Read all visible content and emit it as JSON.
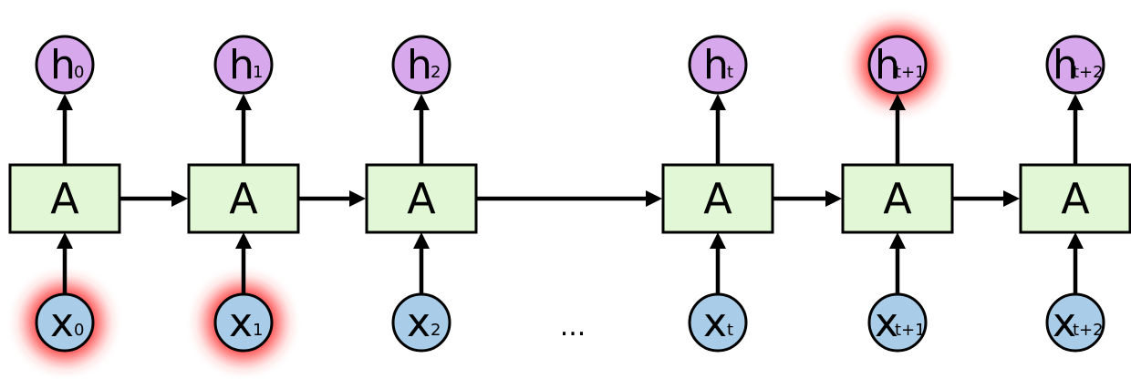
{
  "colors": {
    "cell_fill": "#e1f7d5",
    "input_fill": "#a9cde8",
    "output_fill": "#d7a9ec",
    "highlight": "#ff2b2b"
  },
  "cell_label": "A",
  "ellipsis": "...",
  "columns": [
    {
      "output": {
        "base": "h",
        "sub": "0",
        "highlighted": false
      },
      "input": {
        "base": "x",
        "sub": "0",
        "highlighted": true
      }
    },
    {
      "output": {
        "base": "h",
        "sub": "1",
        "highlighted": false
      },
      "input": {
        "base": "x",
        "sub": "1",
        "highlighted": true
      }
    },
    {
      "output": {
        "base": "h",
        "sub": "2",
        "highlighted": false
      },
      "input": {
        "base": "x",
        "sub": "2",
        "highlighted": false
      }
    },
    {
      "output": {
        "base": "h",
        "sub": "t",
        "highlighted": false
      },
      "input": {
        "base": "x",
        "sub": "t",
        "highlighted": false
      }
    },
    {
      "output": {
        "base": "h",
        "sub": "t+1",
        "highlighted": true
      },
      "input": {
        "base": "x",
        "sub": "t+1",
        "highlighted": false
      }
    },
    {
      "output": {
        "base": "h",
        "sub": "t+2",
        "highlighted": false
      },
      "input": {
        "base": "x",
        "sub": "t+2",
        "highlighted": false
      }
    }
  ]
}
